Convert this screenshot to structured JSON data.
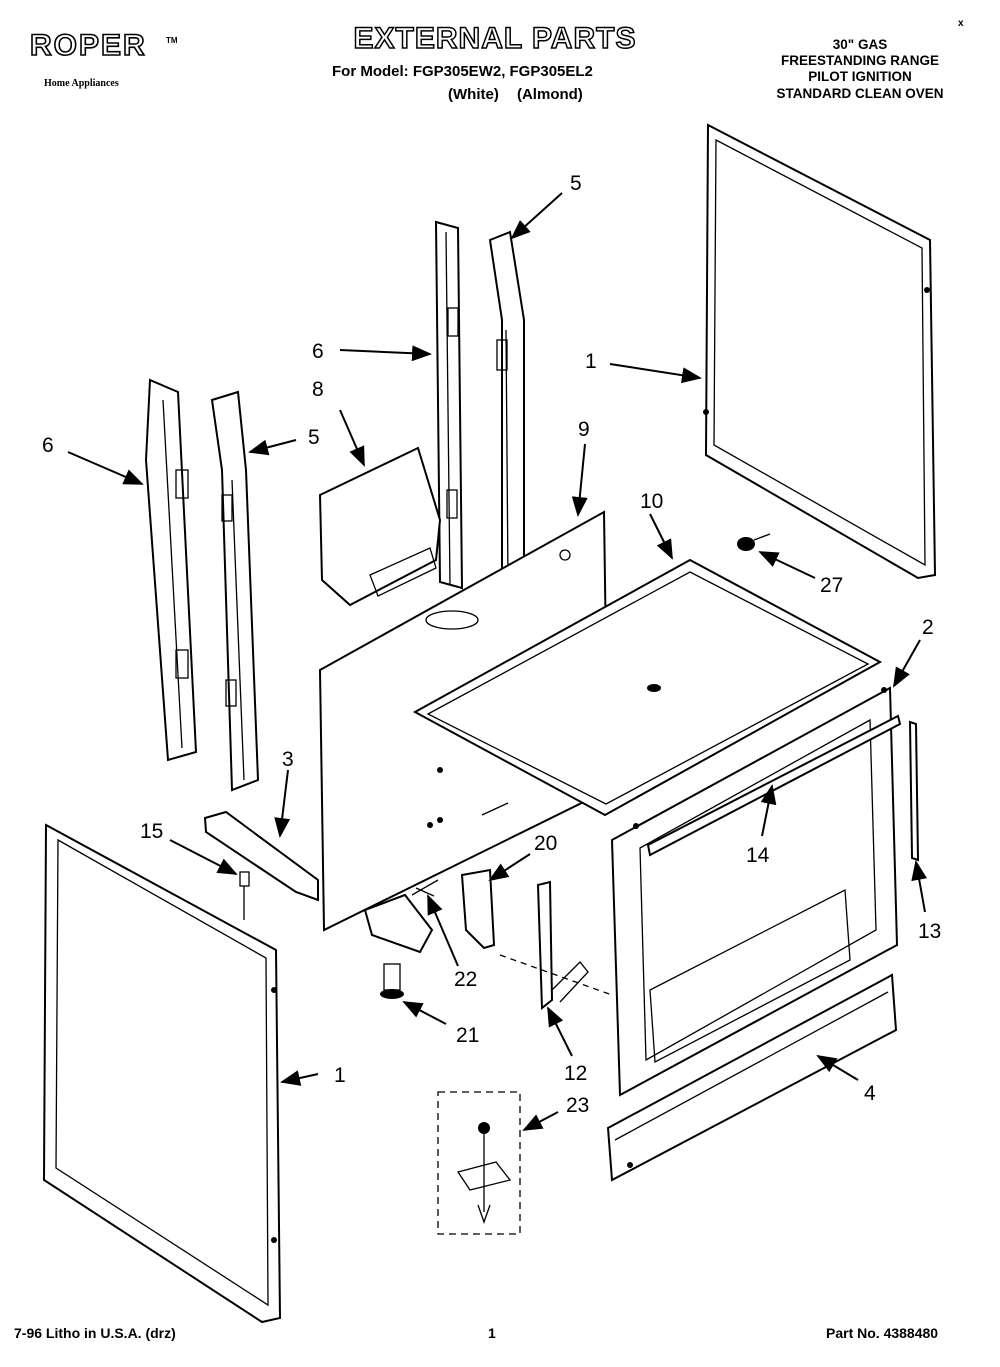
{
  "brand": {
    "logo_text": "ROPER",
    "trademark": "TM",
    "tagline": "Home Appliances"
  },
  "header": {
    "title": "EXTERNAL PARTS",
    "model_line": "For Model: FGP305EW2, FGP305EL2",
    "variants": "(White) (Almond)",
    "spec_lines": [
      "30\" GAS",
      "FREESTANDING RANGE",
      "PILOT IGNITION",
      "STANDARD CLEAN OVEN"
    ]
  },
  "corner_mark": "x",
  "callouts": [
    "5",
    "6",
    "1",
    "8",
    "6",
    "5",
    "9",
    "10",
    "27",
    "2",
    "3",
    "15",
    "20",
    "14",
    "13",
    "22",
    "21",
    "1",
    "12",
    "23",
    "4"
  ],
  "footer": {
    "print_info": "7-96 Litho in U.S.A. (drz)",
    "page_number": "1",
    "part_number": "Part No. 4388480"
  }
}
